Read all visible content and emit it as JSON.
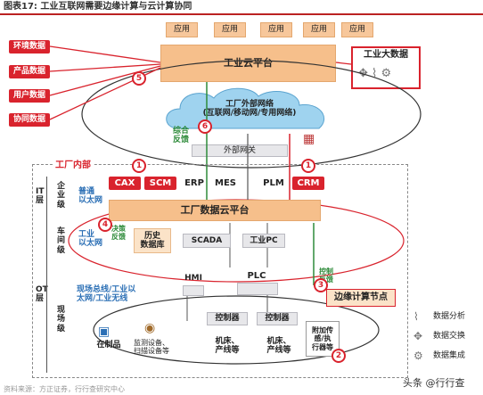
{
  "figure_title": "图表17:  工业互联网需要边缘计算与云计算协同",
  "apps": [
    "应用",
    "应用",
    "应用",
    "应用",
    "应用"
  ],
  "cloud_platform": "工业云平台",
  "big_data": "工业大数据",
  "left_data": [
    "环境数据",
    "产品数据",
    "用户数据",
    "协同数据"
  ],
  "external_network": "工厂外部网络\n(互联网/移动网/专用网络)",
  "comprehensive_feedback": "综合\n反馈",
  "external_gateway": "外部网关",
  "factory_internal": "工厂内部",
  "it_layer": "IT层",
  "enterprise_level": "企业级",
  "workshop_level": "车间级",
  "ot_layer": "OT层",
  "field_level": "现场级",
  "systems": [
    "CAX",
    "SCM",
    "ERP",
    "MES",
    "PLM",
    "CRM"
  ],
  "general_ethernet": "普通\n以太网",
  "factory_cloud": "工厂数据云平台",
  "industrial_ethernet": "工业\n以太网",
  "decision_feedback": "决策\n反馈",
  "history_db": "历史\n数据库",
  "scada": "SCADA",
  "industrial_pc": "工业PC",
  "hmi": "HMI",
  "plc": "PLC",
  "control_feedback": "控制\n反馈",
  "edge_node": "边缘计算节点",
  "fieldbus": "现场总线/工业以\n太网/工业无线",
  "controllers": [
    "控制器",
    "控制器"
  ],
  "products": "在制品",
  "monitoring": "监测设备、\n扫描设备等",
  "machines": [
    "机床、\n产线等",
    "机床、\n产线等"
  ],
  "sensors": "附加传\n感/执\n行器等",
  "circle_numbers": [
    "1",
    "1",
    "2",
    "3",
    "4",
    "5",
    "6"
  ],
  "legend": [
    "数据分析",
    "数据交换",
    "数据集成"
  ],
  "watermark": "头条 @行行查",
  "source": "资料来源：方正证券，行行查研究中心"
}
